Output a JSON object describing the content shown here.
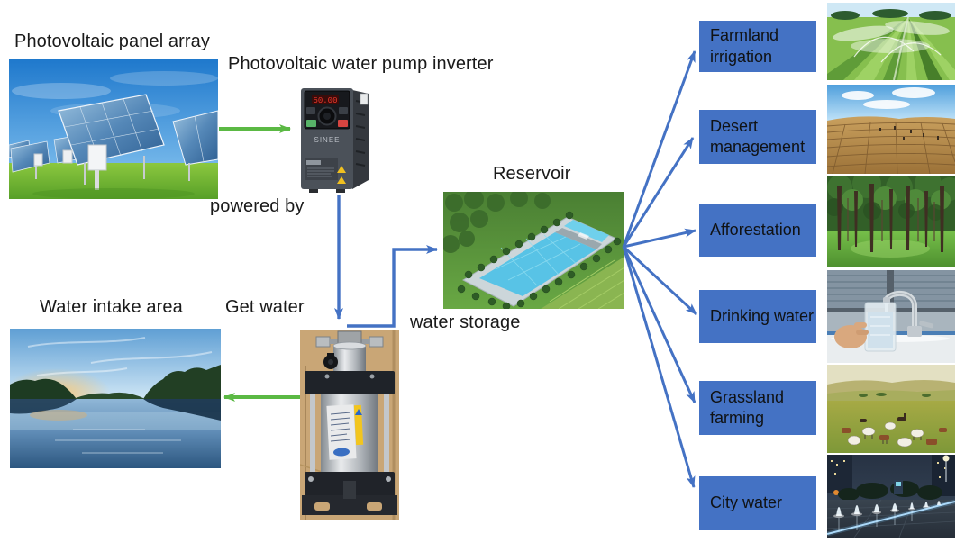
{
  "labels": {
    "solar_array": "Photovoltaic panel array",
    "inverter": "Photovoltaic water pump inverter",
    "powered_by": "powered by",
    "reservoir": "Reservoir",
    "water_storage": "water storage",
    "water_intake": "Water intake area",
    "get_water": "Get water"
  },
  "inverter_device": {
    "display_value": "50.00",
    "brand": "SINEE"
  },
  "uses": [
    {
      "label": "Farmland irrigation"
    },
    {
      "label": "Desert management"
    },
    {
      "label": "Afforestation"
    },
    {
      "label": "Drinking water"
    },
    {
      "label": "Grassland farming"
    },
    {
      "label": "City water"
    }
  ],
  "colors": {
    "arrow_blue": "#4472C4",
    "arrow_green": "#5BB944",
    "box_fill": "#4472C4",
    "box_text": "#101214",
    "label_text": "#1a1a1a",
    "display_red": "#e8372c"
  }
}
